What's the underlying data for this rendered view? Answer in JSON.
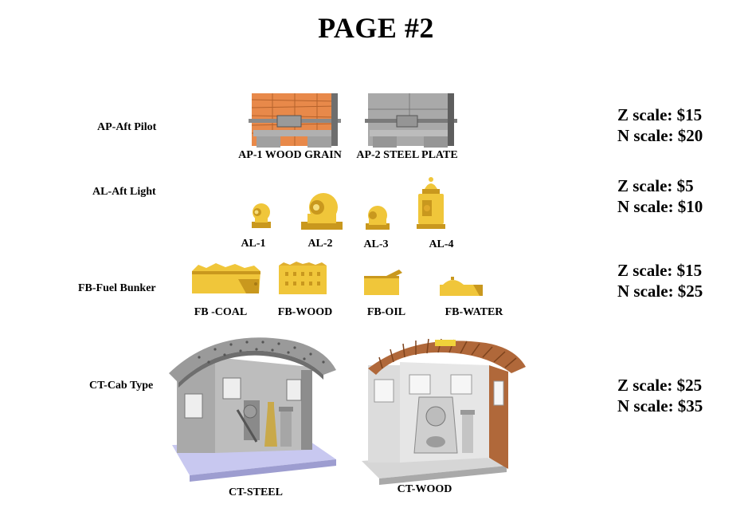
{
  "page": {
    "title": "PAGE #2"
  },
  "rows": [
    {
      "label": "AP-Aft Pilot",
      "parts": [
        "AP-1 WOOD GRAIN",
        "AP-2 STEEL PLATE"
      ],
      "prices": {
        "z": "Z scale: $15",
        "n": "N scale: $20"
      }
    },
    {
      "label": "AL-Aft Light",
      "parts": [
        "AL-1",
        "AL-2",
        "AL-3",
        "AL-4"
      ],
      "prices": {
        "z": "Z scale: $5",
        "n": "N scale: $10"
      }
    },
    {
      "label": "FB-Fuel Bunker",
      "parts": [
        "FB -COAL",
        "FB-WOOD",
        "FB-OIL",
        "FB-WATER"
      ],
      "prices": {
        "z": "Z scale: $15",
        "n": "N scale: $25"
      }
    },
    {
      "label": "CT-Cab Type",
      "parts": [
        "CT-STEEL",
        "CT-WOOD"
      ],
      "prices": {
        "z": "Z scale: $25",
        "n": "N scale: $35"
      }
    }
  ],
  "colors": {
    "brass": "#f0c63a",
    "brass_shade": "#c9981e",
    "wood": "#e8894a",
    "wood_dark": "#b5622c",
    "steel": "#a9a9a9",
    "steel_dark": "#6e6e6e",
    "base_lavender": "#c8c8f0",
    "roof_wood": "#b0683a"
  }
}
